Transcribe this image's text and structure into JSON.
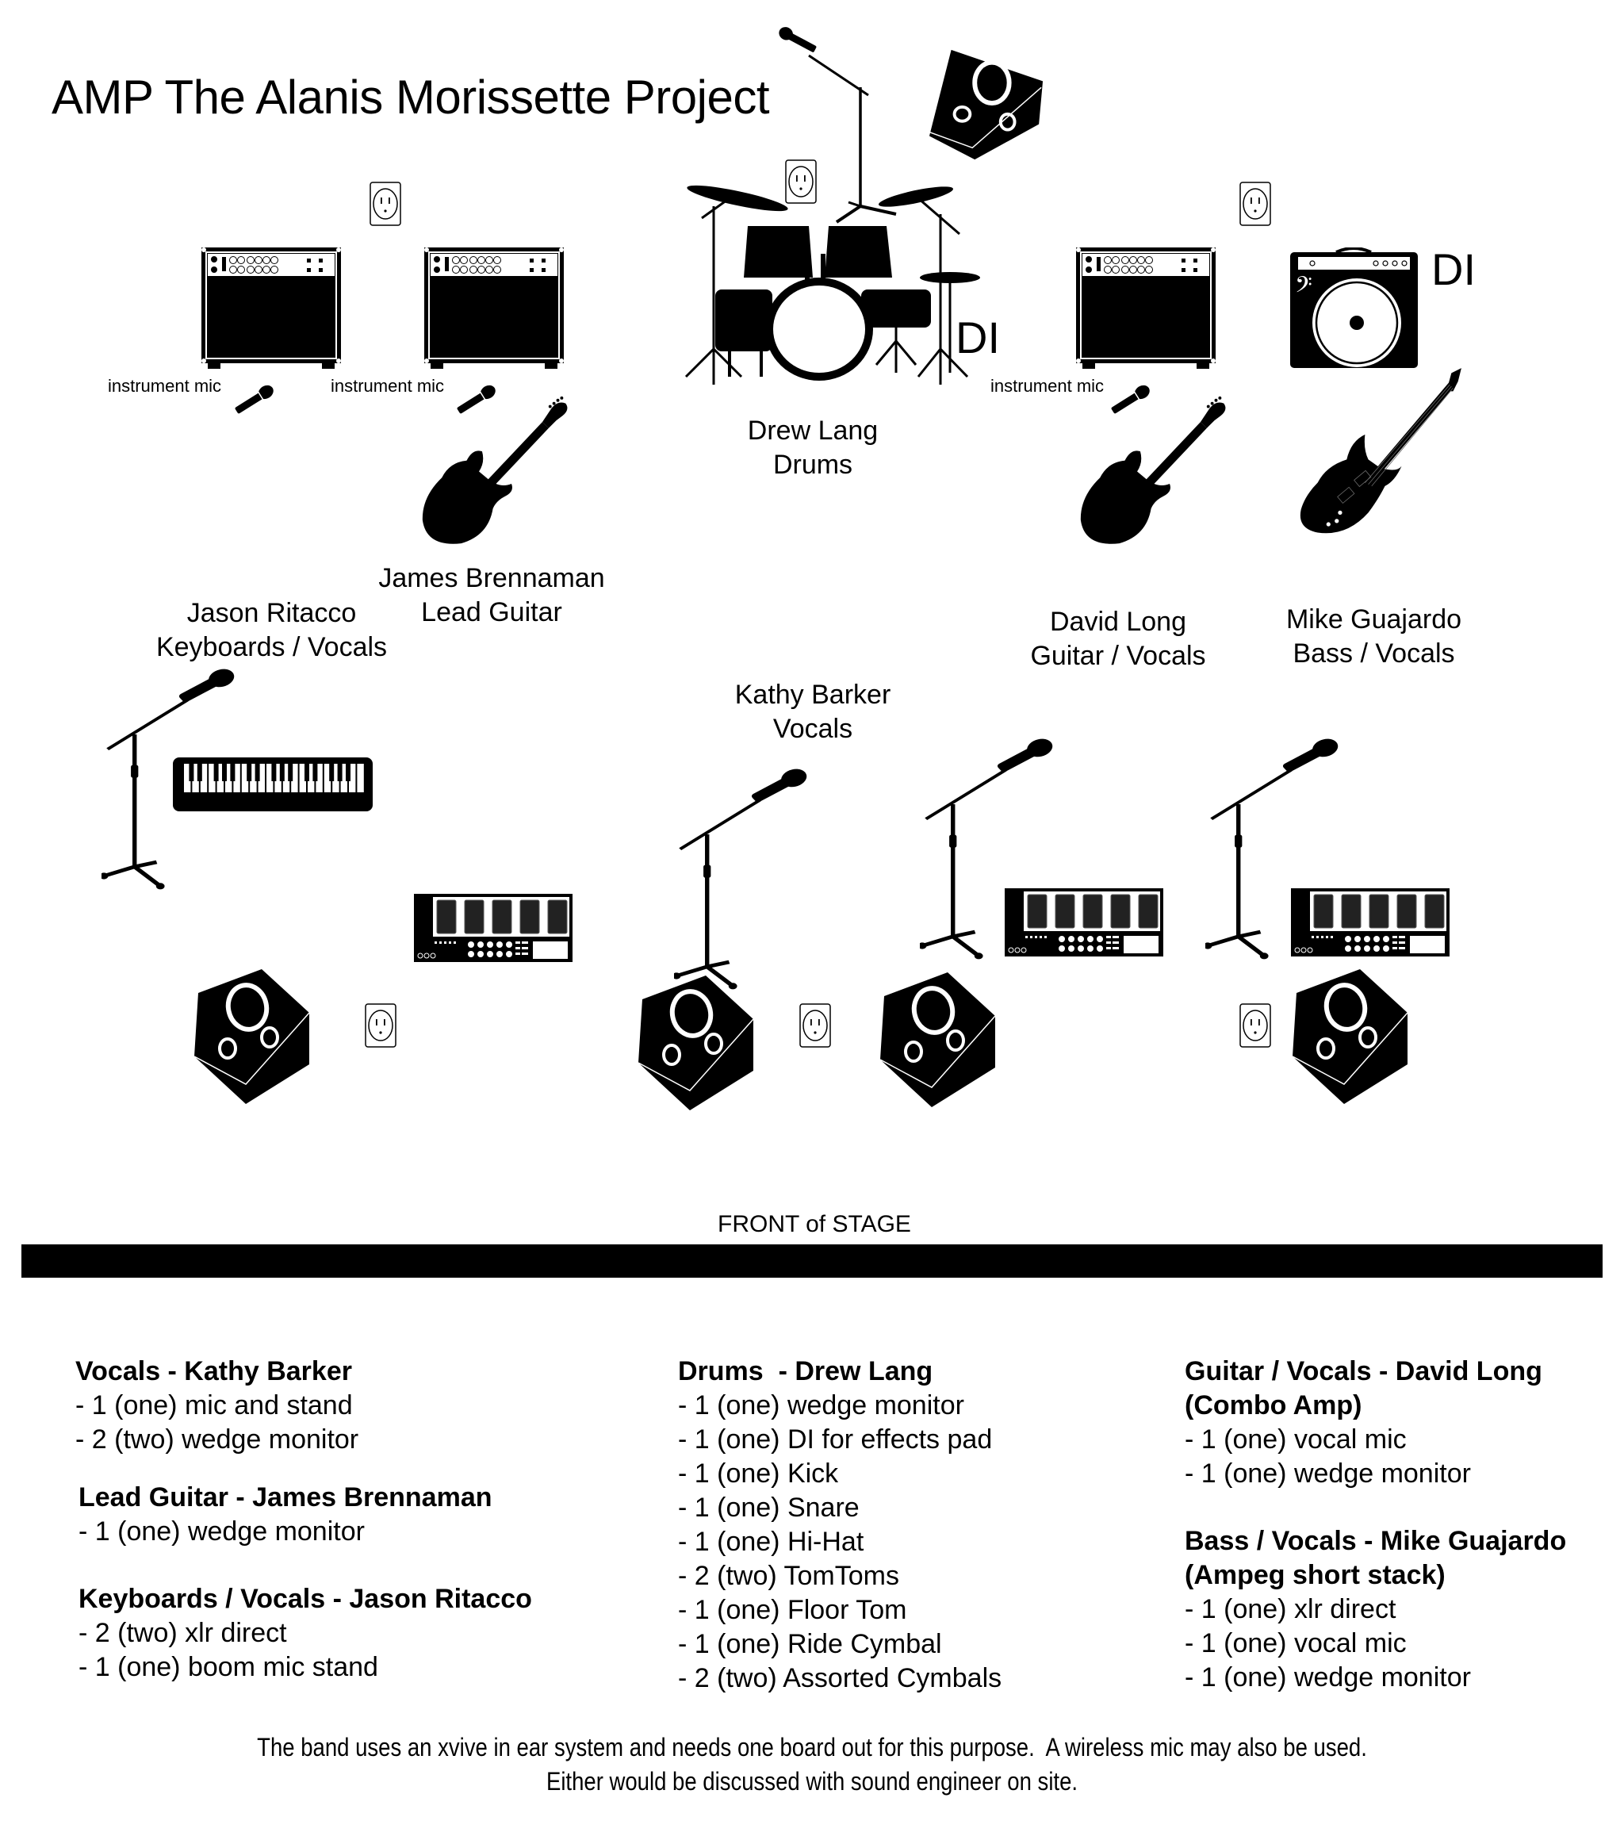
{
  "title": "AMP The Alanis Morissette Project",
  "icons": {
    "outlet": "power-outlet-icon",
    "guitar_amp": "guitar-amp-icon",
    "bass_amp": "bass-amp-icon",
    "wedge": "wedge-monitor-icon",
    "mic_stand": "mic-stand-icon",
    "mic": "microphone-icon",
    "drum_kit": "drum-kit-icon",
    "keyboard": "keyboard-icon",
    "pedalboard": "effects-pedalboard-icon",
    "electric_guitar": "electric-guitar-icon",
    "bass_guitar": "bass-guitar-icon"
  },
  "stage": {
    "instrument_mic_label": "instrument mic",
    "di_label": "DI",
    "front_label": "FRONT of STAGE",
    "performers": [
      {
        "name": "Jason Ritacco",
        "role": "Keyboards / Vocals"
      },
      {
        "name": "James Brennaman",
        "role": "Lead Guitar"
      },
      {
        "name": "Drew Lang",
        "role": "Drums"
      },
      {
        "name": "Kathy Barker",
        "role": "Vocals"
      },
      {
        "name": "David Long",
        "role": "Guitar / Vocals"
      },
      {
        "name": "Mike Guajardo",
        "role": "Bass / Vocals"
      }
    ]
  },
  "requirements": {
    "columns": [
      [
        {
          "heading": "Vocals - Kathy Barker",
          "subheading": null,
          "items": [
            "- 1 (one) mic and stand",
            "- 2 (two) wedge monitor"
          ]
        },
        {
          "heading": "Lead Guitar - James Brennaman",
          "subheading": null,
          "items": [
            "- 1 (one) wedge monitor"
          ]
        },
        {
          "heading": "Keyboards / Vocals - Jason Ritacco",
          "subheading": null,
          "items": [
            "- 2 (two) xlr direct",
            "- 1 (one) boom mic stand"
          ]
        }
      ],
      [
        {
          "heading": "Drums  - Drew Lang",
          "subheading": null,
          "items": [
            "- 1 (one) wedge monitor",
            "- 1 (one) DI for effects pad",
            "- 1 (one) Kick",
            "- 1 (one) Snare",
            "- 1 (one) Hi-Hat",
            "- 2 (two) TomToms",
            "- 1 (one) Floor Tom",
            "- 1 (one) Ride Cymbal",
            "- 2 (two) Assorted Cymbals"
          ]
        }
      ],
      [
        {
          "heading": "Guitar / Vocals - David Long",
          "subheading": "(Combo Amp)",
          "items": [
            "- 1 (one) vocal mic",
            "- 1 (one) wedge monitor"
          ]
        },
        {
          "heading": "Bass / Vocals - Mike Guajardo",
          "subheading": "(Ampeg short stack)",
          "items": [
            "- 1 (one) xlr direct",
            "- 1 (one) vocal mic",
            "- 1 (one) wedge monitor"
          ]
        }
      ]
    ]
  },
  "footer": {
    "line1": "The band uses an xvive in ear system and needs one board out for this purpose.  A wireless mic may also be used.",
    "line2": "Either would be discussed with sound engineer on site."
  }
}
